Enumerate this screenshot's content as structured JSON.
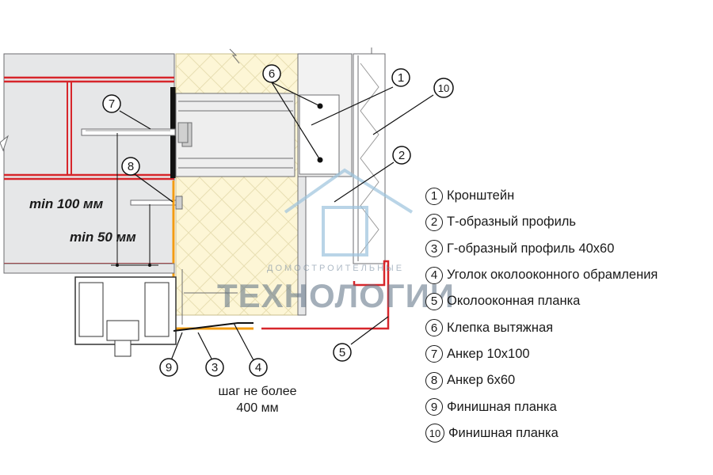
{
  "dimensions": {
    "min_100": "min 100 мм",
    "min_50": "min 50 мм"
  },
  "step_note": {
    "line1": "шаг не более",
    "line2": "400 мм"
  },
  "callouts": [
    "1",
    "2",
    "3",
    "4",
    "5",
    "6",
    "7",
    "8",
    "9",
    "10"
  ],
  "legend": [
    {
      "num": "1",
      "label": "Кронштейн"
    },
    {
      "num": "2",
      "label": "Т-образный профиль"
    },
    {
      "num": "3",
      "label": "Г-образный профиль 40х60"
    },
    {
      "num": "4",
      "label": "Уголок околооконного обрамления"
    },
    {
      "num": "5",
      "label": "Околооконная планка"
    },
    {
      "num": "6",
      "label": "Клепка вытяжная"
    },
    {
      "num": "7",
      "label": "Анкер 10х100"
    },
    {
      "num": "8",
      "label": "Анкер 6х60"
    },
    {
      "num": "9",
      "label": "Финишная планка"
    },
    {
      "num": "10",
      "label": "Финишная планка"
    }
  ],
  "watermark": {
    "small": "ДОМОСТРОИТЕЛЬНЫЕ",
    "big": "ТЕХНОЛОГИИ"
  },
  "colors": {
    "brick_line": "#d7262b",
    "insulation": "#fdf6d6",
    "metal": "#e6e7e8",
    "orange_profile": "#f39c12",
    "watermark_house": "#9cc3dd"
  }
}
